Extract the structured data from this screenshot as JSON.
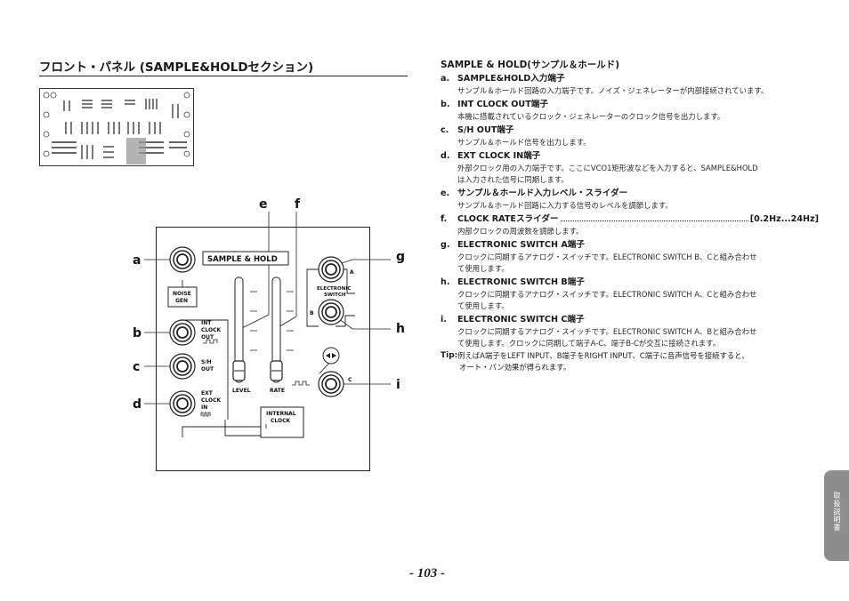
{
  "section_heading": "フロント・パネル (SAMPLE&HOLDセクション)",
  "diagram": {
    "callouts": [
      "a",
      "b",
      "c",
      "d",
      "e",
      "f",
      "g",
      "h",
      "i"
    ],
    "panel_labels": {
      "sample_hold": "SAMPLE & HOLD",
      "noise_gen_1": "NOISE",
      "noise_gen_2": "GEN",
      "int_clock_out_1": "INT",
      "int_clock_out_2": "CLOCK",
      "int_clock_out_3": "OUT",
      "sh_out_1": "S/H",
      "sh_out_2": "OUT",
      "ext_clock_in_1": "EXT",
      "ext_clock_in_2": "CLOCK",
      "ext_clock_in_3": "IN",
      "level": "LEVEL",
      "rate": "RATE",
      "internal_clock_1": "INTERNAL",
      "internal_clock_2": "CLOCK",
      "electronic_switch_1": "ELECTRONIC",
      "electronic_switch_2": "SWITCH",
      "switch_a": "A",
      "switch_b": "B",
      "switch_c": "C"
    }
  },
  "section_title": "SAMPLE & HOLD(サンプル＆ホールド)",
  "items": [
    {
      "letter": "a.",
      "title": "SAMPLE&HOLD入力端子",
      "desc": [
        "サンプル＆ホールド回路の入力端子です。ノイズ・ジェネレーターが内部接続されています。"
      ]
    },
    {
      "letter": "b.",
      "title": "INT CLOCK OUT端子",
      "desc": [
        "本機に搭載されているクロック・ジェネレーターのクロック信号を出力します。"
      ]
    },
    {
      "letter": "c.",
      "title": "S/H OUT端子",
      "desc": [
        "サンプル＆ホールド信号を出力します。"
      ]
    },
    {
      "letter": "d.",
      "title": "EXT CLOCK IN端子",
      "desc": [
        "外部クロック用の入力端子です。ここにVCO1矩形波などを入力すると、SAMPLE&HOLD",
        "は入力された信号に同期します。"
      ]
    },
    {
      "letter": "e.",
      "title": "サンプル＆ホールド入力レベル・スライダー",
      "desc": [
        "サンプル＆ホールド回路に入力する信号のレベルを調節します。"
      ]
    },
    {
      "letter": "f.",
      "title": "CLOCK RATEスライダー",
      "range": "[0.2Hz...24Hz]",
      "desc": [
        "内部クロックの周波数を調節します。"
      ]
    },
    {
      "letter": "g.",
      "title": "ELECTRONIC SWITCH A端子",
      "desc": [
        "クロックに同期するアナログ・スイッチです。ELECTRONIC SWITCH B、Cと組み合わせ",
        "て使用します。"
      ]
    },
    {
      "letter": "h.",
      "title": "ELECTRONIC SWITCH B端子",
      "desc": [
        "クロックに同期するアナログ・スイッチです。ELECTRONIC SWITCH A、Cと組み合わせ",
        "て使用します。"
      ]
    },
    {
      "letter": "i.",
      "title": "ELECTRONIC SWITCH C端子",
      "desc": [
        "クロックに同期するアナログ・スイッチです。ELECTRONIC SWITCH A、Bと組み合わせ",
        "て使用します。クロックに同期して端子A-C、端子B-Cが交互に接続されます。"
      ]
    }
  ],
  "tip": {
    "label": "Tip:",
    "lines": [
      "例えばA端子をLEFT INPUT、B端子をRIGHT INPUT、C端子に音声信号を接続すると、",
      "オート・パン効果が得られます。"
    ]
  },
  "page_number": "- 103 -",
  "side_tab": "取扱説明書"
}
